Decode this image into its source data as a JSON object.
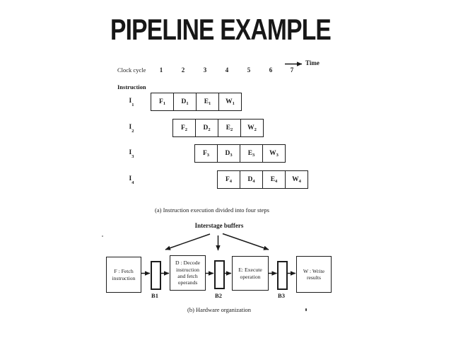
{
  "colors": {
    "ink": "#1a1a1a",
    "background": "#ffffff"
  },
  "slide": {
    "title": "PIPELINE EXAMPLE"
  },
  "pipeline": {
    "time_label": "Time",
    "clock_cycle_label": "Clock cycle",
    "cycles": [
      "1",
      "2",
      "3",
      "4",
      "5",
      "6",
      "7"
    ],
    "instruction_heading": "Instruction",
    "rows": [
      {
        "label_base": "I",
        "label_sub": "1",
        "cells": [
          {
            "base": "F",
            "sub": "1"
          },
          {
            "base": "D",
            "sub": "1"
          },
          {
            "base": "E",
            "sub": "1"
          },
          {
            "base": "W",
            "sub": "1"
          }
        ]
      },
      {
        "label_base": "I",
        "label_sub": "2",
        "cells": [
          {
            "base": "F",
            "sub": "2"
          },
          {
            "base": "D",
            "sub": "2"
          },
          {
            "base": "E",
            "sub": "2"
          },
          {
            "base": "W",
            "sub": "2"
          }
        ]
      },
      {
        "label_base": "I",
        "label_sub": "3",
        "cells": [
          {
            "base": "F",
            "sub": "3"
          },
          {
            "base": "D",
            "sub": "3"
          },
          {
            "base": "E",
            "sub": "3"
          },
          {
            "base": "W",
            "sub": "3"
          }
        ]
      },
      {
        "label_base": "I",
        "label_sub": "4",
        "cells": [
          {
            "base": "F",
            "sub": "4"
          },
          {
            "base": "D",
            "sub": "4"
          },
          {
            "base": "E",
            "sub": "4"
          },
          {
            "base": "W",
            "sub": "4"
          }
        ]
      }
    ],
    "caption": "(a) Instruction execution divided into four steps"
  },
  "hardware": {
    "interstage_label": "Interstage buffers",
    "stages": [
      {
        "lines": [
          "F : Fetch",
          "instruction"
        ]
      },
      {
        "lines": [
          "D : Decode",
          "instruction",
          "and fetch",
          "operands"
        ]
      },
      {
        "lines": [
          "E: Execute",
          "operation"
        ]
      },
      {
        "lines": [
          "W : Write",
          "results"
        ]
      }
    ],
    "buffers": [
      "B1",
      "B2",
      "B3"
    ],
    "caption": "(b) Hardware organization"
  }
}
